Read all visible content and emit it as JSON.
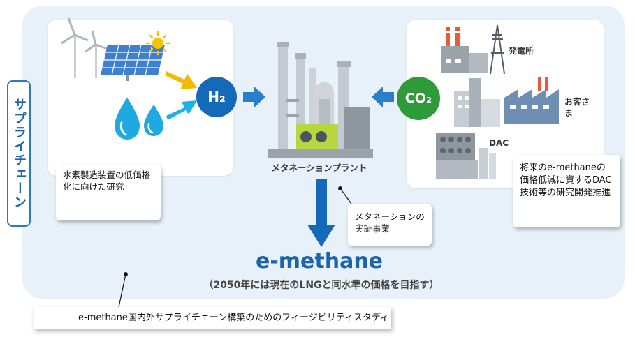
{
  "side_label": "サプライチェーン",
  "h2_label": "H₂",
  "co2_label": "CO₂",
  "plant_label": "メタネーションプラント",
  "sources": {
    "power_plant": "発電所",
    "customer": "お客さま",
    "dac": "DAC"
  },
  "callouts": {
    "hydrogen": "水素製造装置の低価格化に向けた研究",
    "methanation": "メタネーションの実証事業",
    "dac": "将来のe-methaneの価格低減に資するDAC技術等の研究開発推進"
  },
  "product": {
    "title": "e-methane",
    "subtitle": "（2050年には現在のLNGと同水準の価格を目指す）"
  },
  "footer_note": "e-methane国内外サプライチェーン構築のためのフィージビリティスタディ",
  "colors": {
    "accent_blue": "#1b65ad",
    "h2_circle": "#1469b8",
    "co2_circle": "#2e9a3a",
    "arrow_yellow": "#f5b800",
    "arrow_cyan": "#1fb0e6",
    "panel_bg": "#e8f1f9"
  },
  "icons": [
    "wind-turbine-icon",
    "solar-panel-icon",
    "sun-icon",
    "water-drop-icon",
    "factory-icon",
    "power-tower-icon",
    "building-icon",
    "dac-unit-icon",
    "methanation-plant-icon"
  ]
}
